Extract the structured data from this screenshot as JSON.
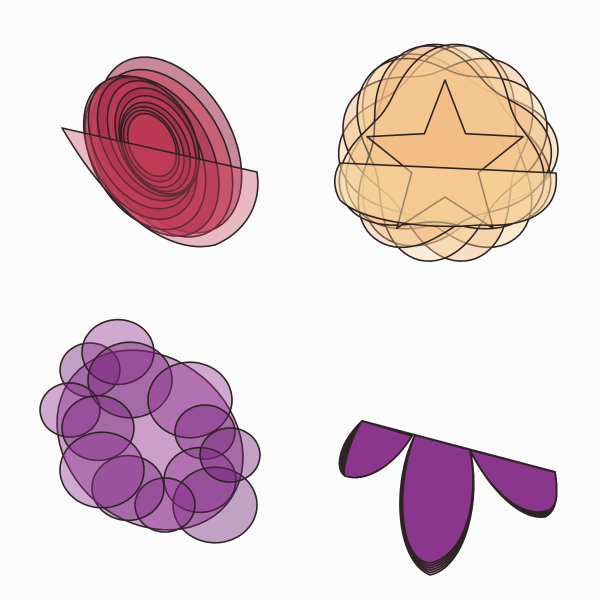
{
  "palette": {
    "background": "#fbfbfb",
    "stroke": "#2f2424",
    "crimson": "#c8405a",
    "crimson_deep": "#9e2b4a",
    "orange": "#f2b27a",
    "orange_light": "#f6d49a",
    "purple": "#8e2f8f",
    "purple_deep": "#6d1d72"
  },
  "panels": [
    {
      "id": "crimson-spiral-spirograph",
      "color": "crimson",
      "pattern": "spiral-ellipses"
    },
    {
      "id": "orange-star-spirograph",
      "color": "orange",
      "pattern": "rotated-star-loops"
    },
    {
      "id": "purple-loop-spirograph",
      "color": "purple",
      "pattern": "looped-circles"
    },
    {
      "id": "purple-fan-spirograph",
      "color": "purple",
      "pattern": "three-petal-fan"
    }
  ]
}
